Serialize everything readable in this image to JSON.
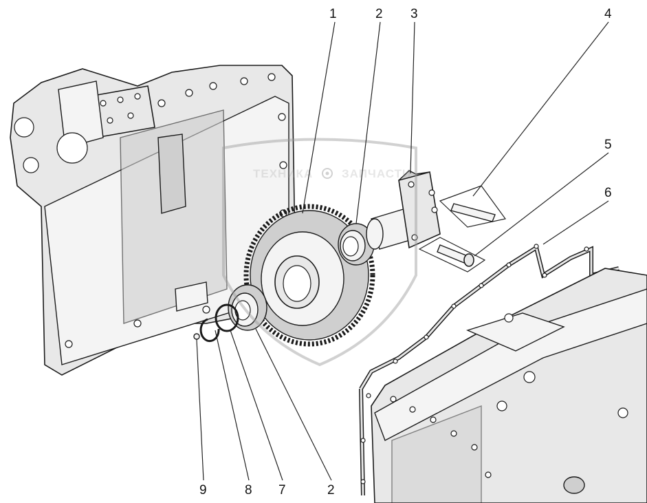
{
  "watermark": {
    "left_word": "ТЕХНИКА",
    "right_word": "ЗАПЧАСТИ",
    "icon": "gear-icon"
  },
  "callouts": [
    {
      "id": "callout-1",
      "label": "1"
    },
    {
      "id": "callout-2-top",
      "label": "2"
    },
    {
      "id": "callout-3",
      "label": "3"
    },
    {
      "id": "callout-4",
      "label": "4"
    },
    {
      "id": "callout-5",
      "label": "5"
    },
    {
      "id": "callout-6",
      "label": "6"
    },
    {
      "id": "callout-9",
      "label": "9"
    },
    {
      "id": "callout-8",
      "label": "8"
    },
    {
      "id": "callout-7",
      "label": "7"
    },
    {
      "id": "callout-2-bottom",
      "label": "2"
    }
  ]
}
